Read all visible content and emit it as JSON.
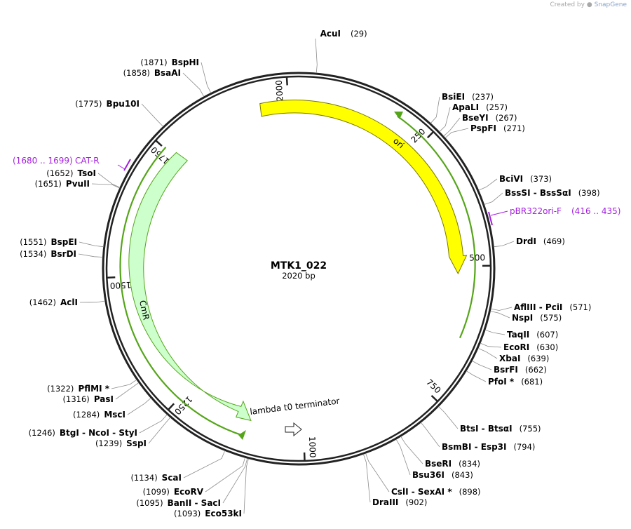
{
  "credit": {
    "prefix": "Created by",
    "brand": "SnapGene",
    "icon": "snapgene-logo-icon"
  },
  "plasmid": {
    "name": "MTK1_022",
    "length_label": "2020 bp",
    "length_bp": 2020
  },
  "ruler": {
    "labels": [
      "250",
      "500",
      "750",
      "1000",
      "1250",
      "1500",
      "1750",
      "2000"
    ]
  },
  "features": [
    {
      "name": "ori",
      "type": "origin",
      "direction": "reverse",
      "color": "#ffff00"
    },
    {
      "name": "CmR",
      "type": "cds",
      "direction": "reverse",
      "color": "#ccffcc"
    },
    {
      "name": "lambda t0 terminator",
      "type": "terminator",
      "direction": "forward"
    }
  ],
  "primers": [
    {
      "name": "CAT-R",
      "range": "(1680 .. 1699)",
      "color": "#a31fe0"
    },
    {
      "name": "pBR322ori-F",
      "range": "(416 .. 435)",
      "color": "#a31fe0"
    }
  ],
  "sites": [
    {
      "name": "AcuI",
      "pos": "(29)"
    },
    {
      "name": "BsiEI",
      "pos": "(237)"
    },
    {
      "name": "ApaLI",
      "pos": "(257)"
    },
    {
      "name": "BseYI",
      "pos": "(267)"
    },
    {
      "name": "PspFI",
      "pos": "(271)"
    },
    {
      "name": "BciVI",
      "pos": "(373)"
    },
    {
      "name": "BssSI  -  BssSαI",
      "pos": "(398)"
    },
    {
      "name": "DrdI",
      "pos": "(469)"
    },
    {
      "name": "AflIII  -  PciI",
      "pos": "(571)"
    },
    {
      "name": "NspI",
      "pos": "(575)"
    },
    {
      "name": "TaqII",
      "pos": "(607)"
    },
    {
      "name": "EcoRI",
      "pos": "(630)"
    },
    {
      "name": "XbaI",
      "pos": "(639)"
    },
    {
      "name": "BsrFI",
      "pos": "(662)"
    },
    {
      "name": "PfoI *",
      "pos": "(681)"
    },
    {
      "name": "BtsI  -  BtsαI",
      "pos": "(755)"
    },
    {
      "name": "BsmBI  -  Esp3I",
      "pos": "(794)"
    },
    {
      "name": "BseRI",
      "pos": "(834)"
    },
    {
      "name": "Bsu36I",
      "pos": "(843)"
    },
    {
      "name": "CslI  -  SexAI *",
      "pos": "(898)"
    },
    {
      "name": "DraIII",
      "pos": "(902)"
    },
    {
      "name": "Eco53kI",
      "pos": "(1093)"
    },
    {
      "name": "BanII  -  SacI",
      "pos": "(1095)"
    },
    {
      "name": "EcoRV",
      "pos": "(1099)"
    },
    {
      "name": "ScaI",
      "pos": "(1134)"
    },
    {
      "name": "SspI",
      "pos": "(1239)"
    },
    {
      "name": "BtgI  -  NcoI  -  StyI",
      "pos": "(1246)"
    },
    {
      "name": "MscI",
      "pos": "(1284)"
    },
    {
      "name": "PasI",
      "pos": "(1316)"
    },
    {
      "name": "PflMI *",
      "pos": "(1322)"
    },
    {
      "name": "AclI",
      "pos": "(1462)"
    },
    {
      "name": "BsrDI",
      "pos": "(1534)"
    },
    {
      "name": "BspEI",
      "pos": "(1551)"
    },
    {
      "name": "PvuII",
      "pos": "(1651)"
    },
    {
      "name": "TsoI",
      "pos": "(1652)"
    },
    {
      "name": "Bpu10I",
      "pos": "(1775)"
    },
    {
      "name": "BsaAI",
      "pos": "(1858)"
    },
    {
      "name": "BspHI",
      "pos": "(1871)"
    }
  ]
}
